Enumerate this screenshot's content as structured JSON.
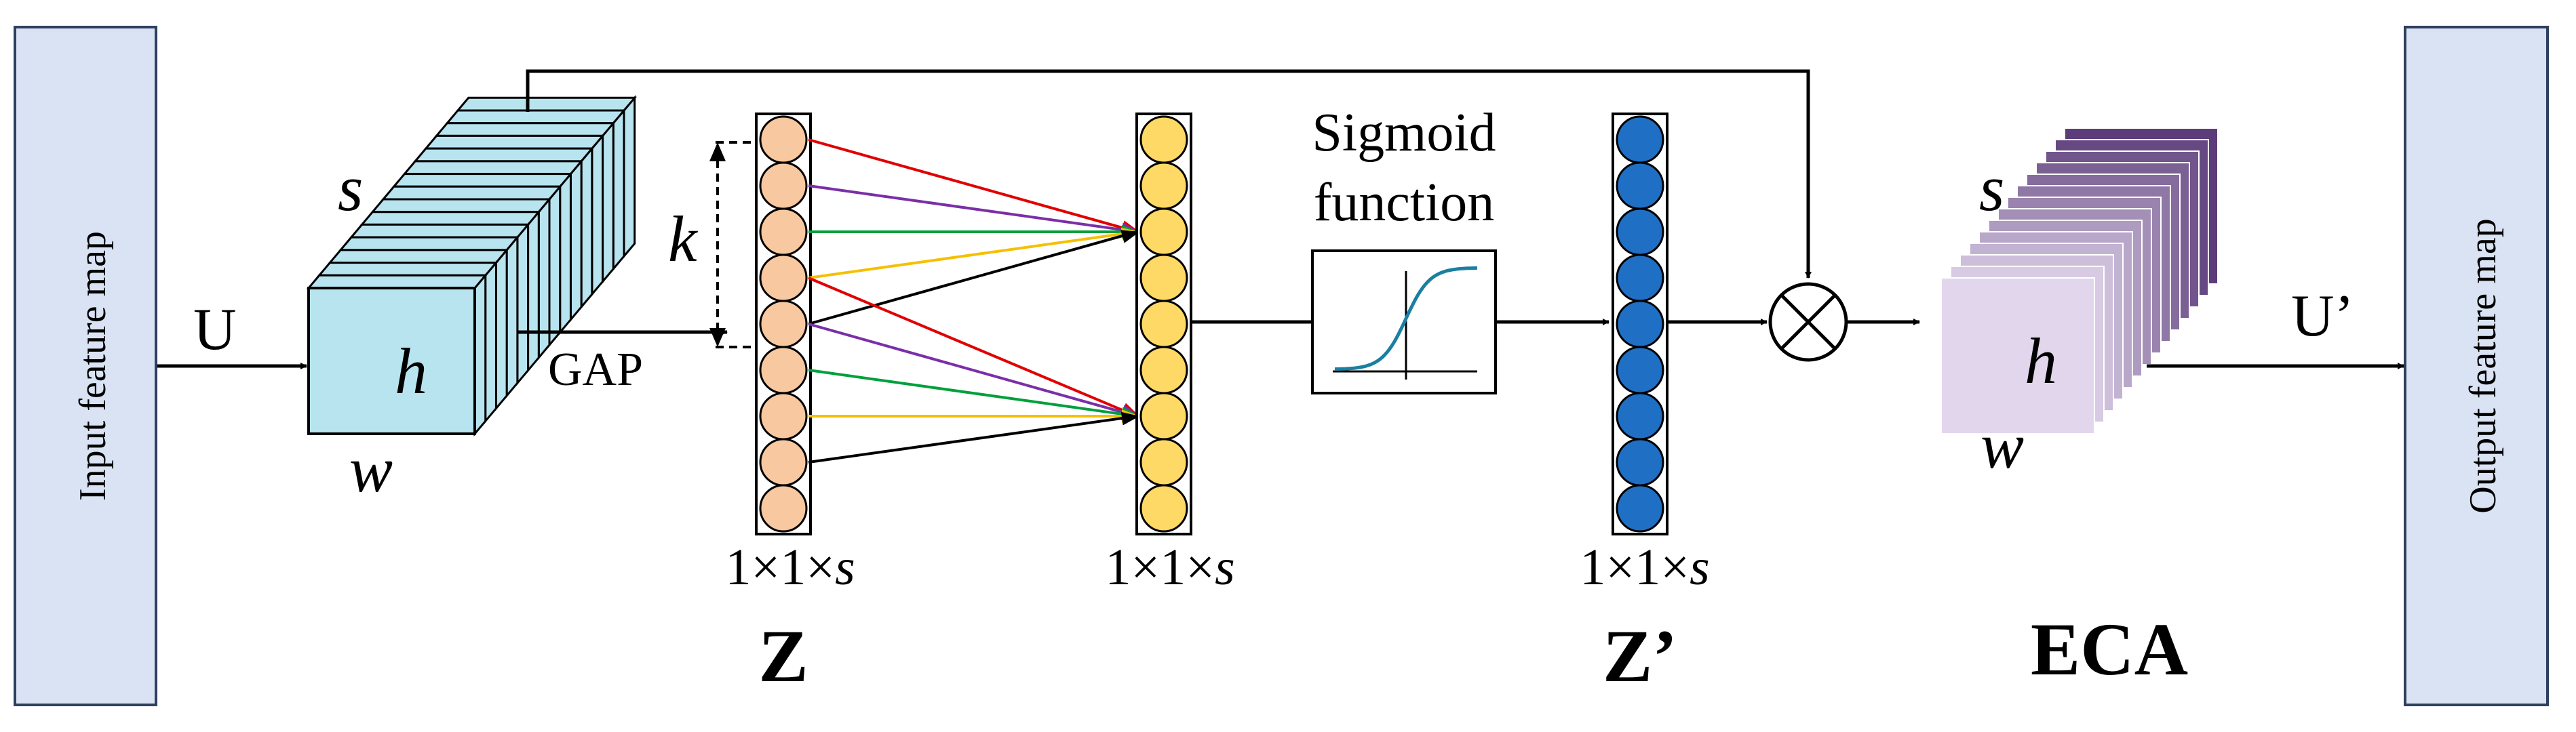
{
  "diagram": {
    "input_box_label": "Input feature map",
    "output_box_label": "Output feature map",
    "input_arrow_label": "U",
    "output_arrow_label": "U’",
    "input_cube": {
      "s": "s",
      "h": "h",
      "w": "w"
    },
    "output_cube": {
      "s": "s",
      "h": "h",
      "w": "w"
    },
    "gap_label": "GAP",
    "kernel_label": "k",
    "sigmoid_label_line1": "Sigmoid",
    "sigmoid_label_line2": "function",
    "z_dim_label": "1×1×",
    "z_dim_s": "s",
    "mid_dim_label": "1×1×",
    "mid_dim_s": "s",
    "zp_dim_label": "1×1×",
    "zp_dim_s": "s",
    "z_label": "Z",
    "zp_label": "Z’",
    "eca_label": "ECA",
    "multiply_symbol": "⊗",
    "colors": {
      "box_fill": "#dae3f3",
      "box_stroke": "#2f3f5f",
      "cube_fill": "#b8e4f0",
      "z_fill": "#f8c8a0",
      "mid_fill": "#ffd966",
      "zp_fill": "#1f6fc5",
      "eca_dark": "#5c3d7a",
      "eca_light": "#e2d6ec",
      "red": "#e00000",
      "purple": "#7a2fa8",
      "green": "#00a03c",
      "yellow": "#f5c000",
      "black": "#000000",
      "sigmoid_curve": "#1a7fa0"
    }
  }
}
